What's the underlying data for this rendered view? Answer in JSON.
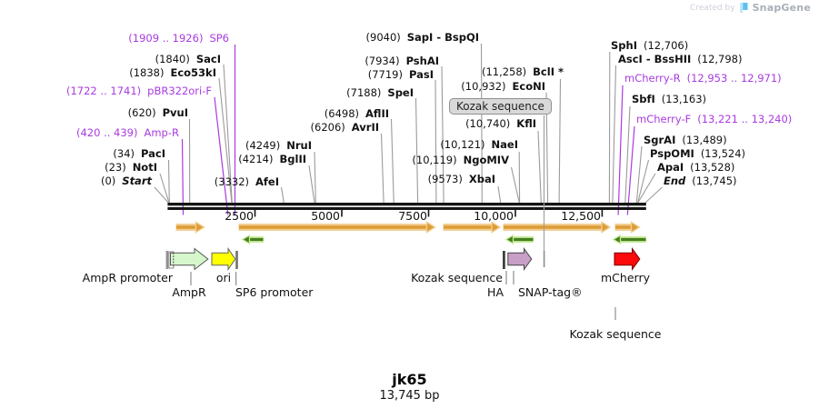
{
  "credit": {
    "created_by": "Created by",
    "brand": "SnapGene"
  },
  "plasmid": {
    "name": "jk65",
    "size": "13,745 bp"
  },
  "ruler": {
    "ticks": [
      "2500",
      "5000",
      "7500",
      "10,000",
      "12,500"
    ]
  },
  "kozak_box_label": "Kozak sequence",
  "sites": {
    "left": [
      {
        "pos": "(1909 .. 1926)",
        "name": "SP6",
        "kind": "primer"
      },
      {
        "pos": "(1840)",
        "name": "SacI",
        "kind": "enzyme"
      },
      {
        "pos": "(1838)",
        "name": "Eco53kI",
        "kind": "enzyme"
      },
      {
        "pos": "(1722 .. 1741)",
        "name": "pBR322ori-F",
        "kind": "primer"
      },
      {
        "pos": "(620)",
        "name": "PvuI",
        "kind": "enzyme"
      },
      {
        "pos": "(420 .. 439)",
        "name": "Amp-R",
        "kind": "primer"
      },
      {
        "pos": "(34)",
        "name": "PacI",
        "kind": "enzyme"
      },
      {
        "pos": "(23)",
        "name": "NotI",
        "kind": "enzyme"
      },
      {
        "pos": "(0)",
        "name": "Start",
        "kind": "terminus"
      }
    ],
    "middle": [
      {
        "pos": "(9040)",
        "name": "SapI - BspQI",
        "kind": "enzyme"
      },
      {
        "pos": "(7934)",
        "name": "PshAI",
        "kind": "enzyme"
      },
      {
        "pos": "(7719)",
        "name": "PasI",
        "kind": "enzyme"
      },
      {
        "pos": "(7188)",
        "name": "SpeI",
        "kind": "enzyme"
      },
      {
        "pos": "(6498)",
        "name": "AflII",
        "kind": "enzyme"
      },
      {
        "pos": "(6206)",
        "name": "AvrII",
        "kind": "enzyme"
      },
      {
        "pos": "(4249)",
        "name": "NruI",
        "kind": "enzyme"
      },
      {
        "pos": "(4214)",
        "name": "BglII",
        "kind": "enzyme"
      },
      {
        "pos": "(3332)",
        "name": "AfeI",
        "kind": "enzyme"
      },
      {
        "pos": "(11,258)",
        "name": "BclI *",
        "kind": "enzyme"
      },
      {
        "pos": "(10,932)",
        "name": "EcoNI",
        "kind": "enzyme"
      },
      {
        "pos": "(10,740)",
        "name": "KflI",
        "kind": "enzyme"
      },
      {
        "pos": "(10,121)",
        "name": "NaeI",
        "kind": "enzyme"
      },
      {
        "pos": "(10,119)",
        "name": "NgoMIV",
        "kind": "enzyme"
      },
      {
        "pos": "(9573)",
        "name": "XbaI",
        "kind": "enzyme"
      }
    ],
    "right": [
      {
        "name": "SphI",
        "pos": "(12,706)",
        "kind": "enzyme"
      },
      {
        "name": "AscI - BssHII",
        "pos": "(12,798)",
        "kind": "enzyme"
      },
      {
        "name": "mCherry-R",
        "pos": "(12,953 .. 12,971)",
        "kind": "primer"
      },
      {
        "name": "SbfI",
        "pos": "(13,163)",
        "kind": "enzyme"
      },
      {
        "name": "mCherry-F",
        "pos": "(13,221 .. 13,240)",
        "kind": "primer"
      },
      {
        "name": "SgrAI",
        "pos": "(13,489)",
        "kind": "enzyme"
      },
      {
        "name": "PspOMI",
        "pos": "(13,524)",
        "kind": "enzyme"
      },
      {
        "name": "ApaI",
        "pos": "(13,528)",
        "kind": "enzyme"
      },
      {
        "name": "End",
        "pos": "(13,745)",
        "kind": "terminus"
      }
    ]
  },
  "features": {
    "ampr_promoter": "AmpR promoter",
    "ampr": "AmpR",
    "ori": "ori",
    "sp6_promoter": "SP6 promoter",
    "kozak1": "Kozak sequence",
    "ha": "HA",
    "snap_tag": "SNAP-tag®",
    "mcherry": "mCherry",
    "kozak2": "Kozak sequence"
  },
  "colors": {
    "primer_purple": "#a93be0",
    "leader_gray": "#9b9b9b",
    "backbone_black": "#151515",
    "forward_arrow_orange": "#dd9c35",
    "reverse_arrow_green": "#477f1f",
    "ampr_fill_green": "#d6f6cc",
    "ori_fill_yellow": "#ffff00",
    "snap_fill_plum": "#c79fc7",
    "mcherry_fill_red": "#fa0a0a",
    "kozak_box_bg": "#d9d9d9"
  }
}
